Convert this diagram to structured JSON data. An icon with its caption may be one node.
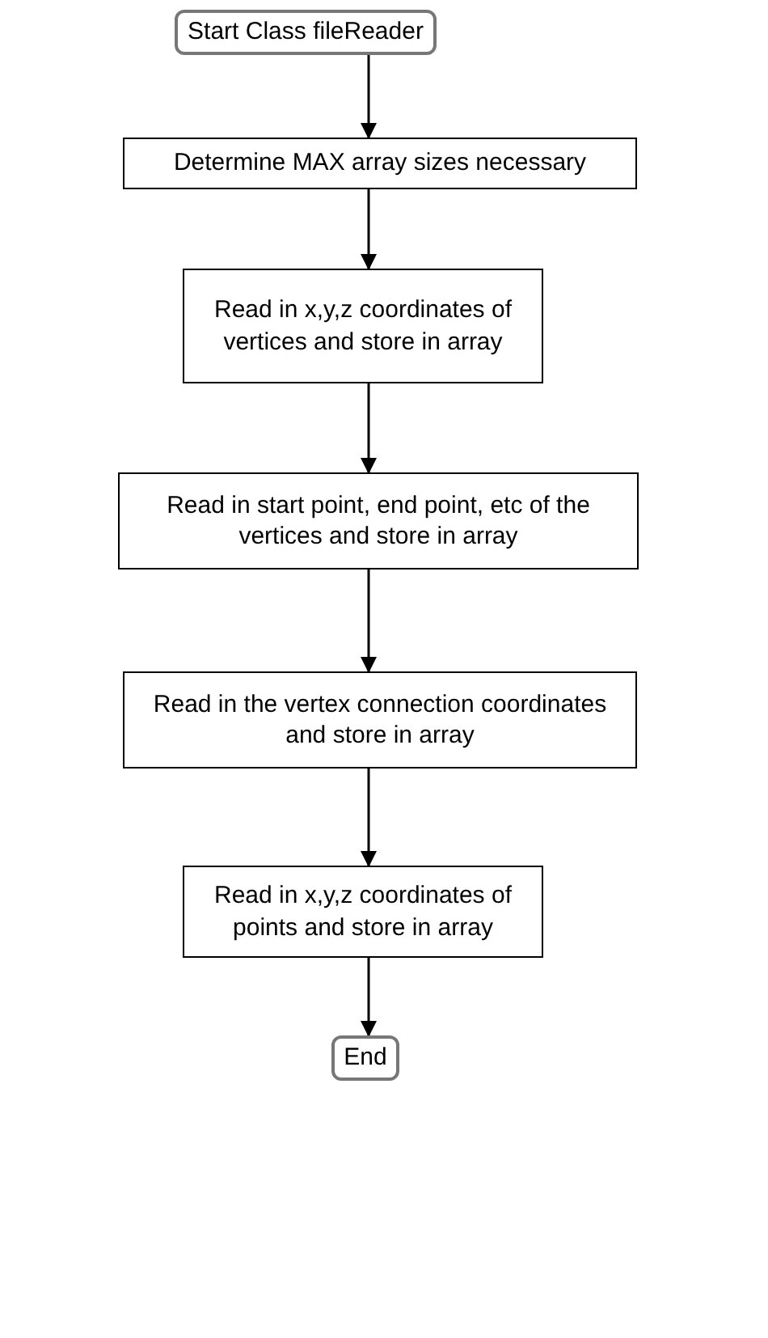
{
  "diagram": {
    "nodes": [
      {
        "text": [
          "Start Class fileReader"
        ]
      },
      {
        "text": [
          "Determine MAX array sizes necessary"
        ]
      },
      {
        "text": [
          "Read in x,y,z  coordinates of vertices and store in array"
        ]
      },
      {
        "text": [
          "Read in start point, end point, etc of the vertices and store in array"
        ]
      },
      {
        "text": [
          "Read in the vertex connection coordinates and store in array"
        ]
      },
      {
        "text": [
          "Read in x,y,z  coordinates of points and store in array"
        ]
      },
      {
        "text": [
          "End"
        ]
      }
    ],
    "edges": [
      {
        "from": 0,
        "to": 1,
        "arrow": "to"
      },
      {
        "from": 1,
        "to": 2,
        "arrow": "to"
      },
      {
        "from": 2,
        "to": 3,
        "arrow": "to"
      },
      {
        "from": 3,
        "to": 4,
        "arrow": "to"
      },
      {
        "from": 4,
        "to": 5,
        "arrow": "to"
      },
      {
        "from": 5,
        "to": 6,
        "arrow": "to"
      }
    ]
  }
}
